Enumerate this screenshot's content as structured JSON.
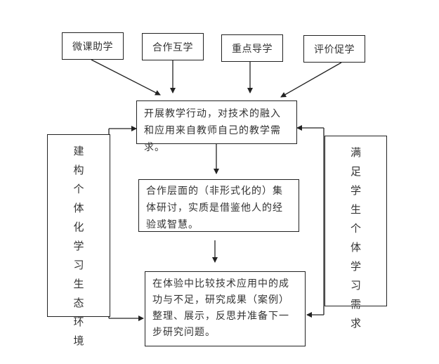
{
  "top_boxes": [
    "微课助学",
    "合作互学",
    "重点导学",
    "评价促学"
  ],
  "action_box": {
    "text": "开展教学行动，对技术的融入和应用来自教师自己的教学需求。"
  },
  "collab_box": {
    "text": "合作层面的（非形式化的）集体研讨，实质是借鉴他人的经验或智慧。"
  },
  "result_box": {
    "text": "在体验中比较技术应用中的成功与不足，研究成果（案例）整理、展示，反思并准备下一步研究问题。"
  },
  "left_box": {
    "chars": [
      "建",
      "构",
      "个",
      "体",
      "化",
      "学",
      "习",
      "生",
      "态",
      "环",
      "境"
    ]
  },
  "right_box": {
    "chars": [
      "满",
      "足",
      "学",
      "生",
      "个",
      "体",
      "学",
      "习",
      "需",
      "求"
    ]
  },
  "colors": {
    "line": "#222222",
    "text": "#333333"
  }
}
